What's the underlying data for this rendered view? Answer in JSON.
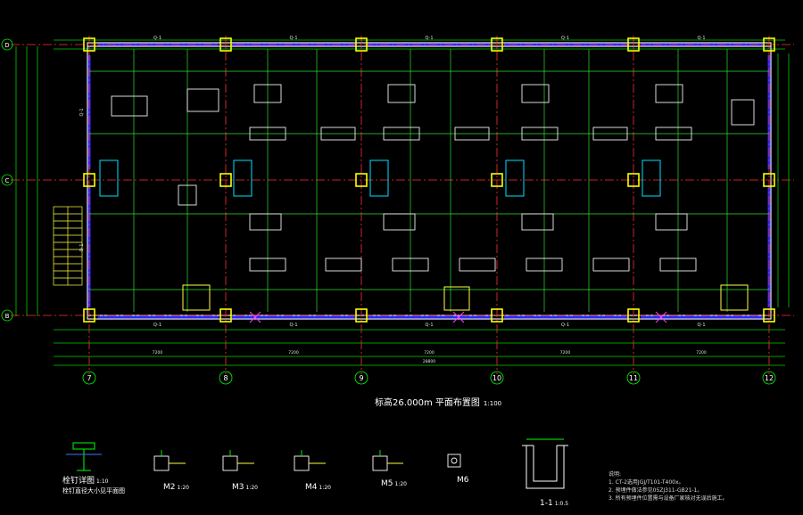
{
  "plan": {
    "title": "标高26.000m 平面布置图",
    "scale": "1:100",
    "column_axes": [
      "7",
      "8",
      "9",
      "10",
      "11",
      "12"
    ],
    "row_axes": [
      "D",
      "C",
      "B"
    ],
    "beam_label": "Q-1",
    "side_beam_label": "Q-1",
    "dim_bays": [
      "7200",
      "7200",
      "7200",
      "7200",
      "7200"
    ],
    "dim_total": "28800"
  },
  "details": [
    {
      "label": "栓钉详图",
      "scale": "1:10",
      "note": "栓钉直径大小见平面图"
    },
    {
      "label": "M2",
      "scale": "1:20"
    },
    {
      "label": "M3",
      "scale": "1:20"
    },
    {
      "label": "M4",
      "scale": "1:20"
    },
    {
      "label": "M5",
      "scale": "1:20"
    },
    {
      "label": "M6",
      "scale": ""
    },
    {
      "label": "1-1",
      "scale": "1:0.5"
    }
  ],
  "notes": {
    "heading": "说明:",
    "lines": [
      "1. CT-2选用JGJ/T101-T400x。",
      "2. 预埋件做法参见05ZJ311-GB21-1。",
      "3. 所有预埋件位置需与设备厂家核对无误后施工。"
    ]
  },
  "colors": {
    "background": "#000000",
    "axis_line": "#ff3030",
    "dimension": "#00ff00",
    "column": "#ffff00",
    "beam_steel": "#2020ff",
    "equipment": "#ffffff",
    "pipe": "#ff40ff",
    "annotation": "#00ffff"
  }
}
